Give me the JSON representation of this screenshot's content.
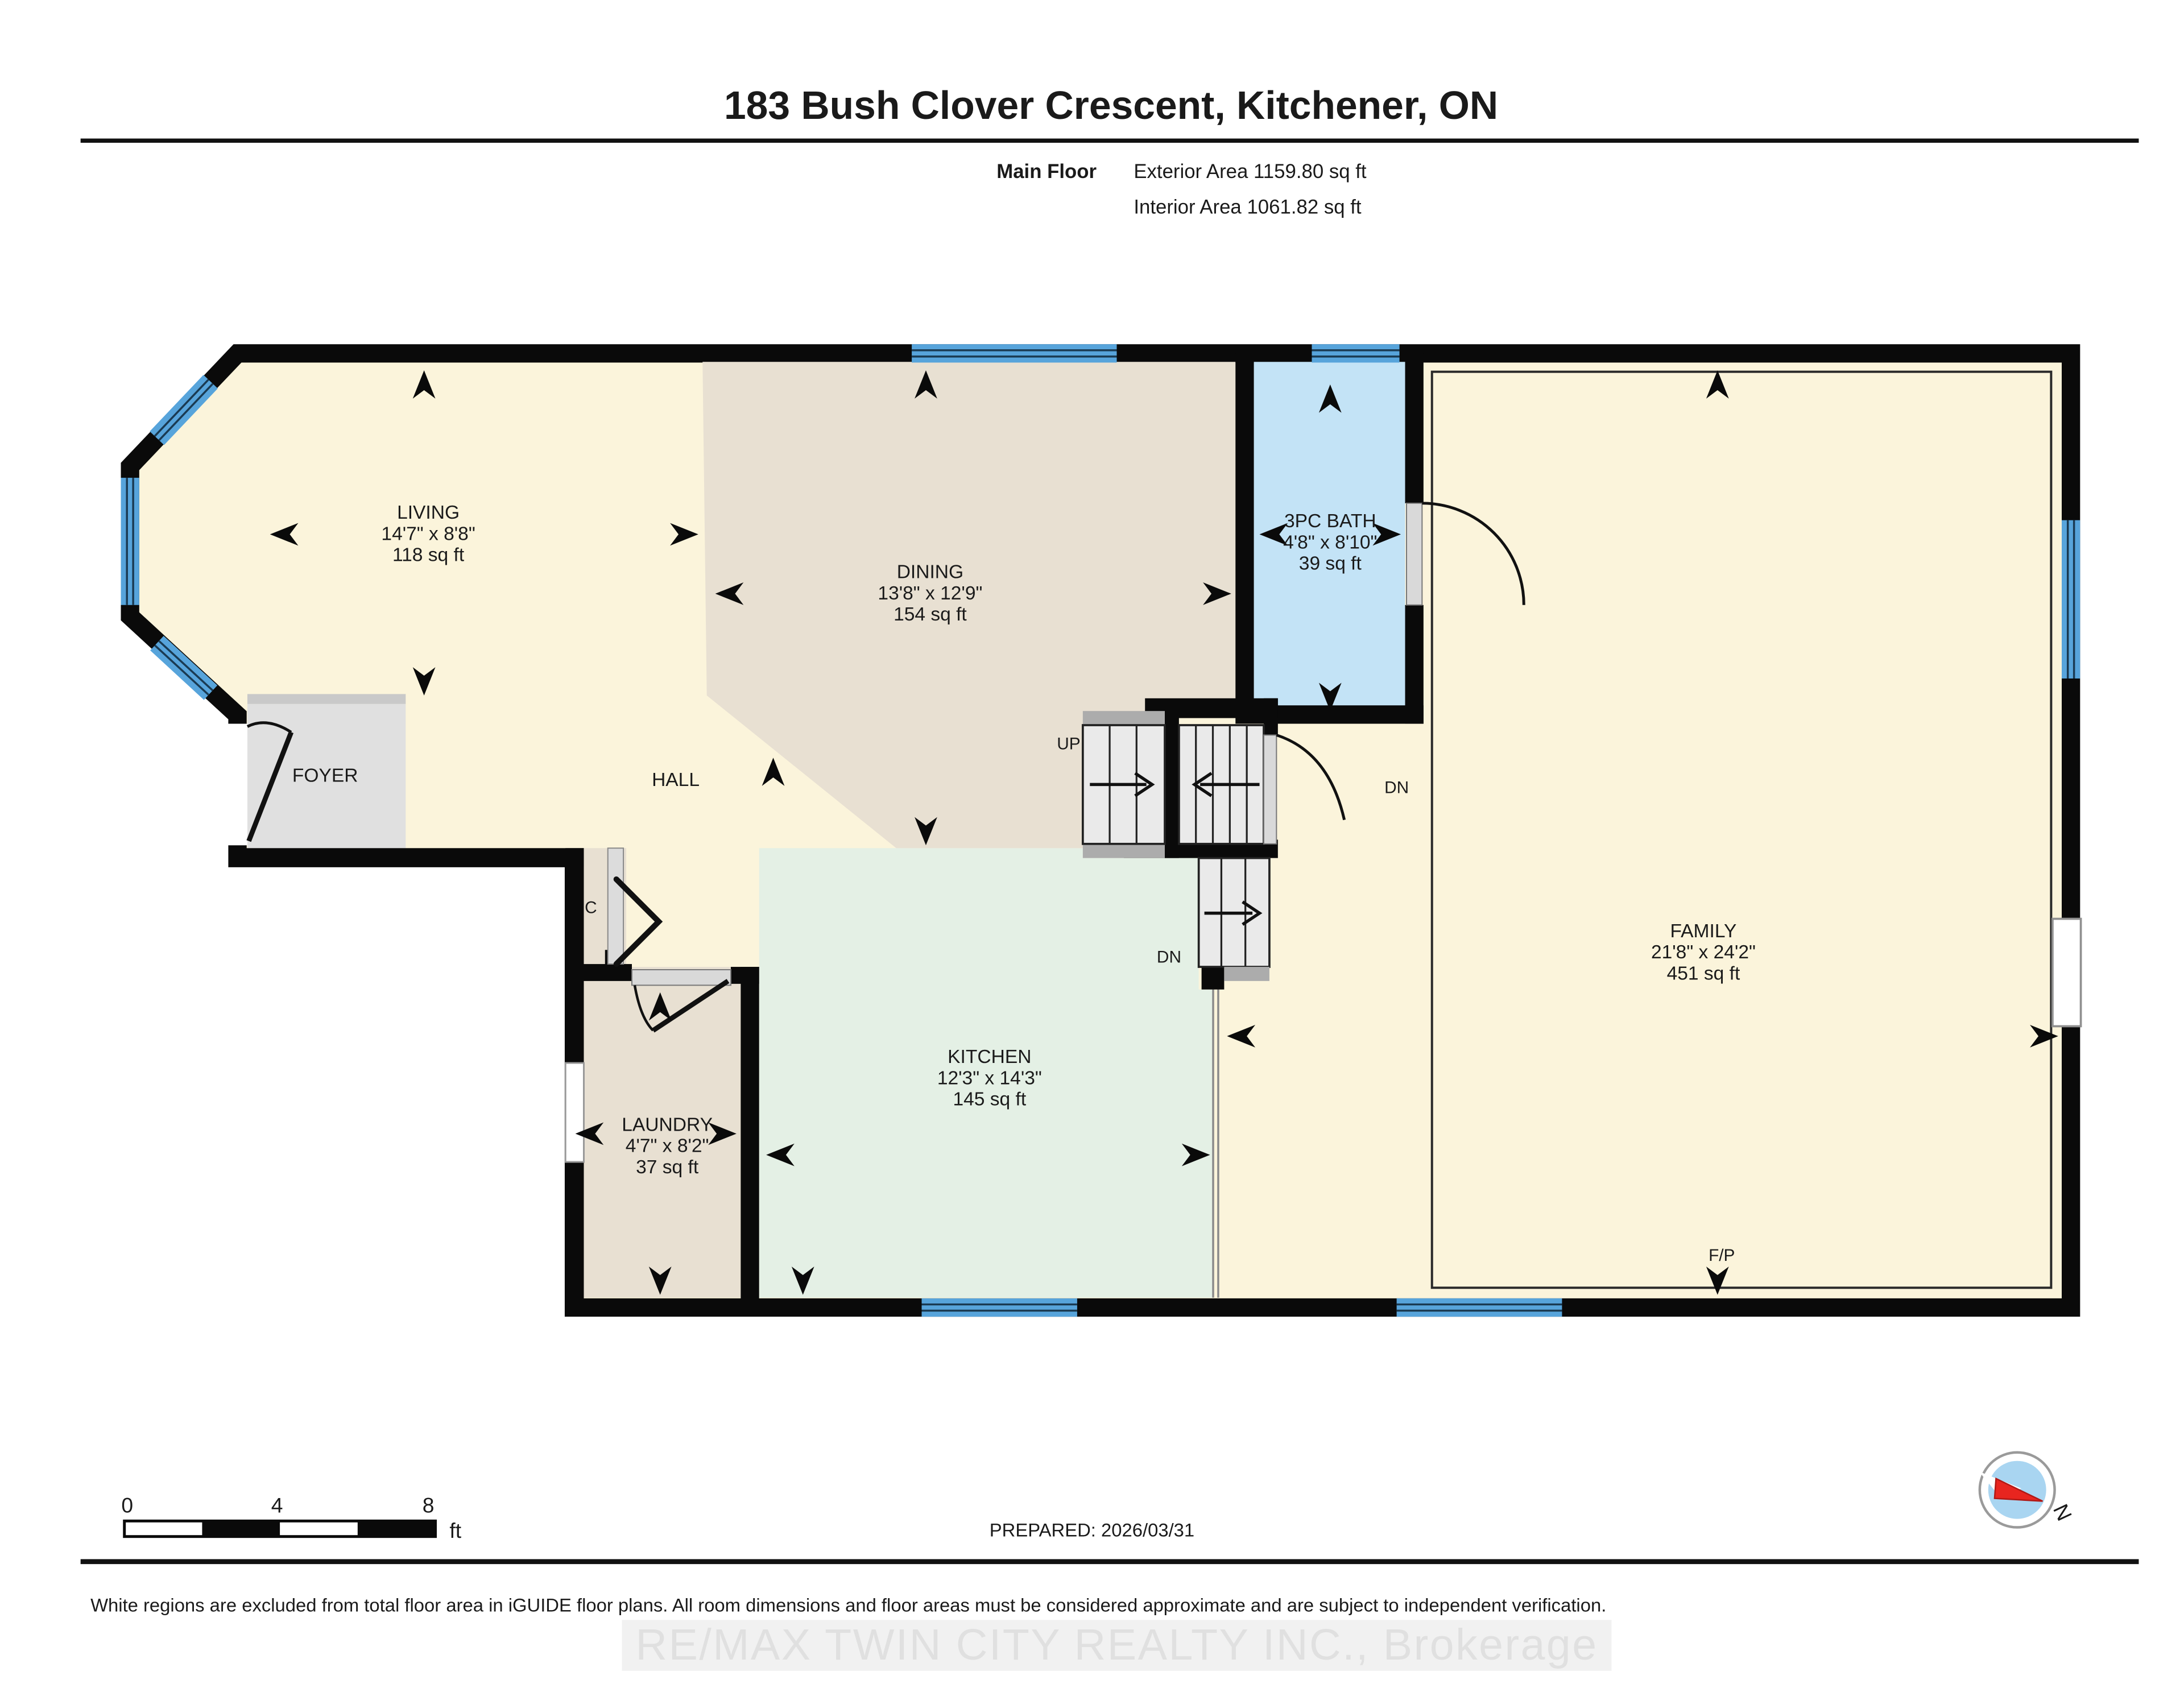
{
  "header": {
    "title": "183 Bush Clover Crescent, Kitchener, ON",
    "floor_label": "Main Floor",
    "exterior_area": "Exterior Area 1159.80 sq ft",
    "interior_area": "Interior Area 1061.82 sq ft"
  },
  "rooms": {
    "living": {
      "name": "LIVING",
      "dims": "14'7\" x 8'8\"",
      "area": "118 sq ft"
    },
    "dining": {
      "name": "DINING",
      "dims": "13'8\" x 12'9\"",
      "area": "154 sq ft"
    },
    "bath": {
      "name": "3PC BATH",
      "dims": "4'8\" x 8'10\"",
      "area": "39 sq ft"
    },
    "family": {
      "name": "FAMILY",
      "dims": "21'8\" x 24'2\"",
      "area": "451 sq ft"
    },
    "kitchen": {
      "name": "KITCHEN",
      "dims": "12'3\" x 14'3\"",
      "area": "145 sq ft"
    },
    "laundry": {
      "name": "LAUNDRY",
      "dims": "4'7\" x 8'2\"",
      "area": "37 sq ft"
    },
    "foyer": {
      "name": "FOYER"
    },
    "hall": {
      "name": "HALL"
    }
  },
  "labels": {
    "up": "UP",
    "dn_stairs": "DN",
    "dn_basement": "DN",
    "closet": "C",
    "fireplace": "F/P",
    "north": "N"
  },
  "scale_bar": {
    "tick0": "0",
    "tick4": "4",
    "tick8": "8",
    "unit": "ft"
  },
  "footer": {
    "prepared": "PREPARED: 2026/03/31",
    "disclaimer": "White regions are excluded from total floor area in iGUIDE floor plans. All room dimensions and floor areas must be considered approximate and are subject to independent verification.",
    "watermark": "RE/MAX TWIN CITY REALTY INC., Brokerage"
  },
  "colors": {
    "wall": "#0a0a0a",
    "living_floor": "#FBF4DB",
    "dining_floor": "#E8E0D2",
    "kitchen_floor": "#E4F0E5",
    "bath_floor": "#C3E3F6",
    "laundry_floor": "#E8E0D2",
    "foyer_floor": "#E0E0E0",
    "stair_tread": "#EAEAEA",
    "stair_cap": "#ACACAC",
    "window_blue": "#57A4DB",
    "compass_needle": "#E8251F"
  }
}
